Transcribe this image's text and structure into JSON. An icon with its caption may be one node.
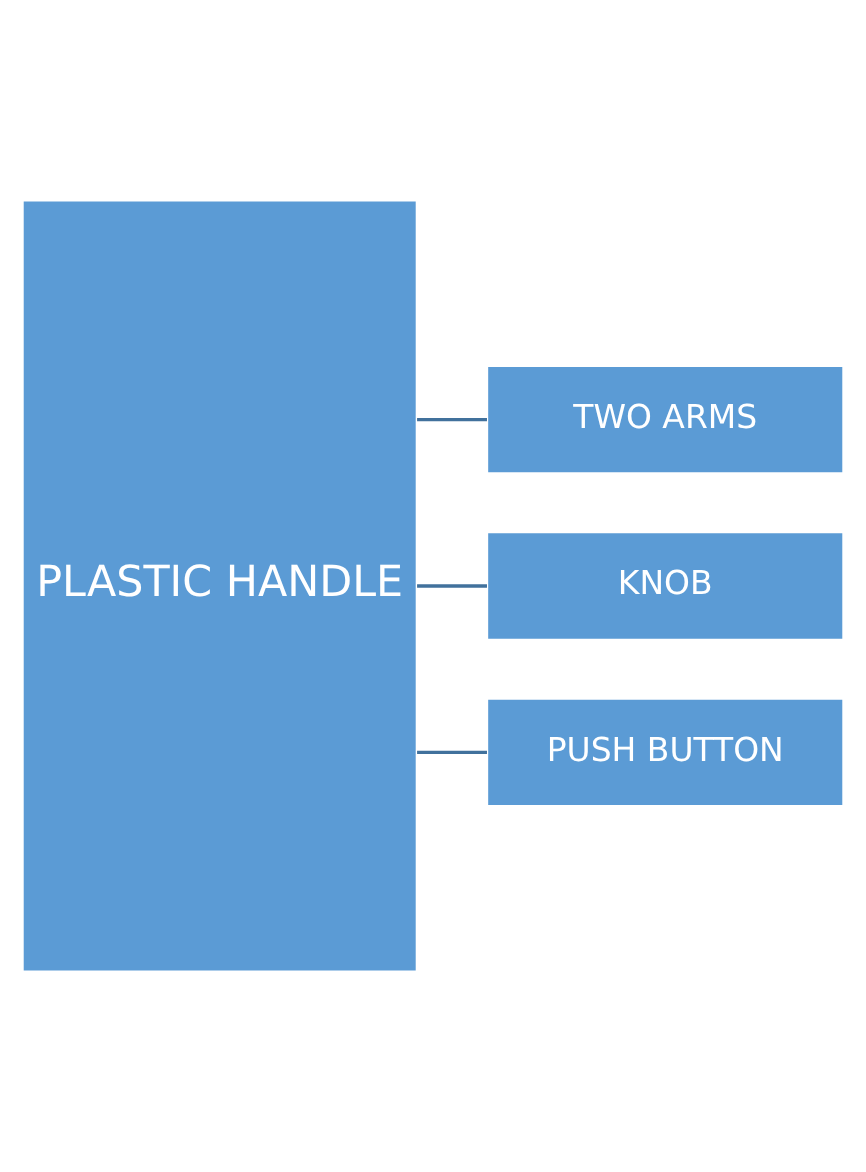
{
  "diagram": {
    "nodes": [
      {
        "text": [
          "PLASTIC HANDLE"
        ]
      },
      {
        "text": [
          "TWO ARMS"
        ]
      },
      {
        "text": [
          "KNOB"
        ]
      },
      {
        "text": [
          "PUSH BUTTON"
        ]
      }
    ],
    "edges": [
      {
        "from": 0,
        "to": 1,
        "arrow": "none"
      },
      {
        "from": 0,
        "to": 2,
        "arrow": "none"
      },
      {
        "from": 0,
        "to": 3,
        "arrow": "none"
      }
    ]
  }
}
